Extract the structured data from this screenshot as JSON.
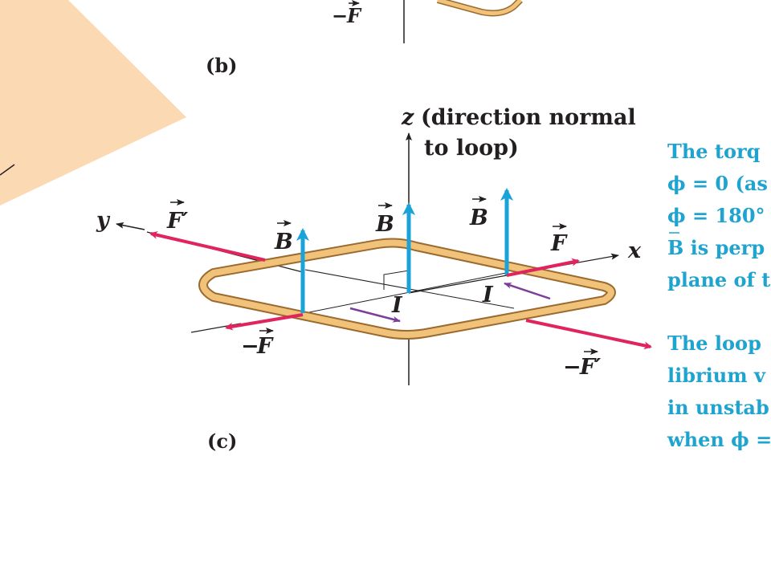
{
  "panels": {
    "b": {
      "label": "(b)",
      "force_label": "F"
    },
    "c": {
      "label": "(c)"
    }
  },
  "axes": {
    "z_label": "z",
    "z_note_line1": "(direction normal",
    "z_note_line2": "to loop)",
    "y_label": "y",
    "x_label": "x"
  },
  "vectors": {
    "field": "B",
    "force": "F",
    "force_prime": "F′",
    "current": "I"
  },
  "caption": {
    "block1": [
      "The torq",
      "ϕ = 0 (as",
      "ϕ = 180°",
      "B is perp",
      "plane of t"
    ],
    "block2": [
      "The loop",
      "librium v",
      "in unstab",
      "when ϕ ="
    ]
  },
  "colors": {
    "force_arrow": "#e0245e",
    "field_arrow": "#1aa3d9",
    "loop_fill": "#f0c27a",
    "loop_edge": "#9b6a2f",
    "current_arrow": "#7b3f98",
    "caption_text": "#1fa3cf",
    "plane_fill": "#fbd9b2"
  }
}
